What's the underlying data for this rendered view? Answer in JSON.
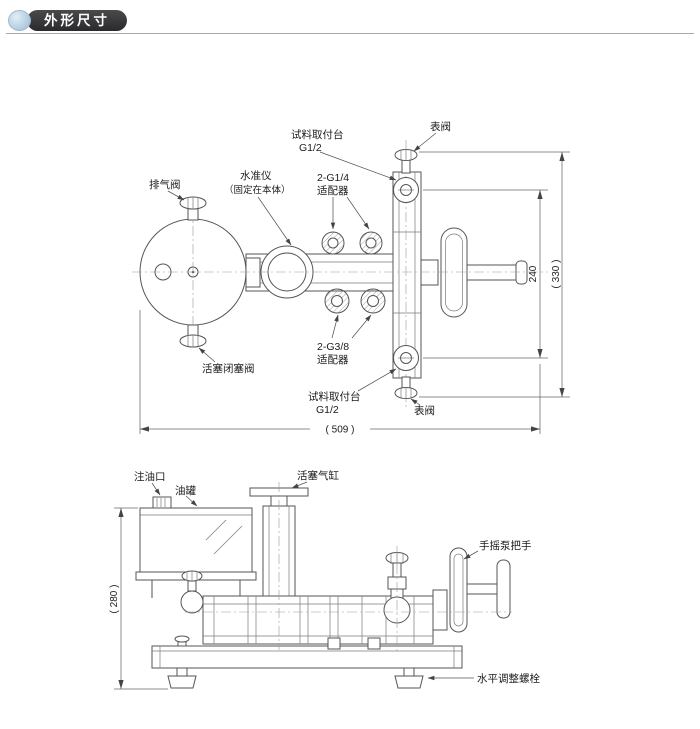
{
  "header": {
    "title": "外形尺寸"
  },
  "top_view": {
    "labels": {
      "exhaust_valve": "排气阀",
      "level_gauge_line1": "水准仪",
      "level_gauge_line2": "（固定在本体）",
      "sample_mount_top_line1": "试料取付台",
      "sample_mount_top_line2": "G1/2",
      "adapter_top_line1": "2-G1/4",
      "adapter_top_line2": "适配器",
      "gauge_valve_top": "表阀",
      "piston_shutoff_valve": "活塞闭塞阀",
      "adapter_bottom_line1": "2-G3/8",
      "adapter_bottom_line2": "适配器",
      "sample_mount_bottom_line1": "试料取付台",
      "sample_mount_bottom_line2": "G1/2",
      "gauge_valve_bottom": "表阀"
    },
    "dimensions": {
      "overall_width": "( 509 )",
      "port_span": "240",
      "overall_height": "( 330 )"
    }
  },
  "front_view": {
    "labels": {
      "oil_filler_port": "注油口",
      "oil_tank": "油罐",
      "piston_cylinder": "活塞气缸",
      "pump_handle": "手摇泵把手",
      "leveling_bolt": "水平调整螺栓"
    },
    "dimensions": {
      "overall_height": "( 280 )"
    }
  }
}
